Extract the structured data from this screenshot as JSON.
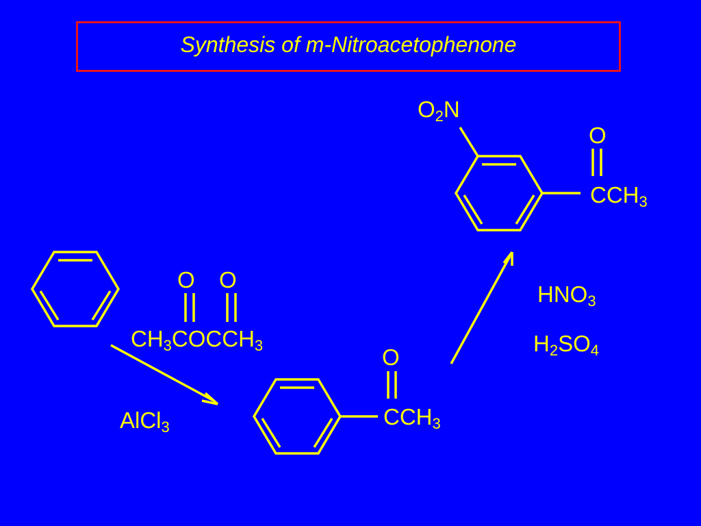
{
  "title": "Synthesis of m-Nitroacetophenone",
  "colors": {
    "background": "#0000ff",
    "foreground": "#ffff00",
    "title_border": "#e8141e"
  },
  "labels": {
    "o2n": {
      "main": "O",
      "sub": "2",
      "tail": "N"
    },
    "product_o": "O",
    "product_cch3": {
      "main": "CCH",
      "sub": "3"
    },
    "anhydride_o1": "O",
    "anhydride_o2": "O",
    "anhydride_formula": {
      "p1": "CH",
      "s1": "3",
      "p2": "COCCH",
      "s2": "3"
    },
    "hno3": {
      "main": "HNO",
      "sub": "3"
    },
    "h2so4": {
      "p1": "H",
      "s1": "2",
      "p2": "SO",
      "s2": "4"
    },
    "intermediate_o": "O",
    "intermediate_cch3": {
      "main": "CCH",
      "sub": "3"
    },
    "alcl3": {
      "main": "AlCl",
      "sub": "3"
    }
  }
}
